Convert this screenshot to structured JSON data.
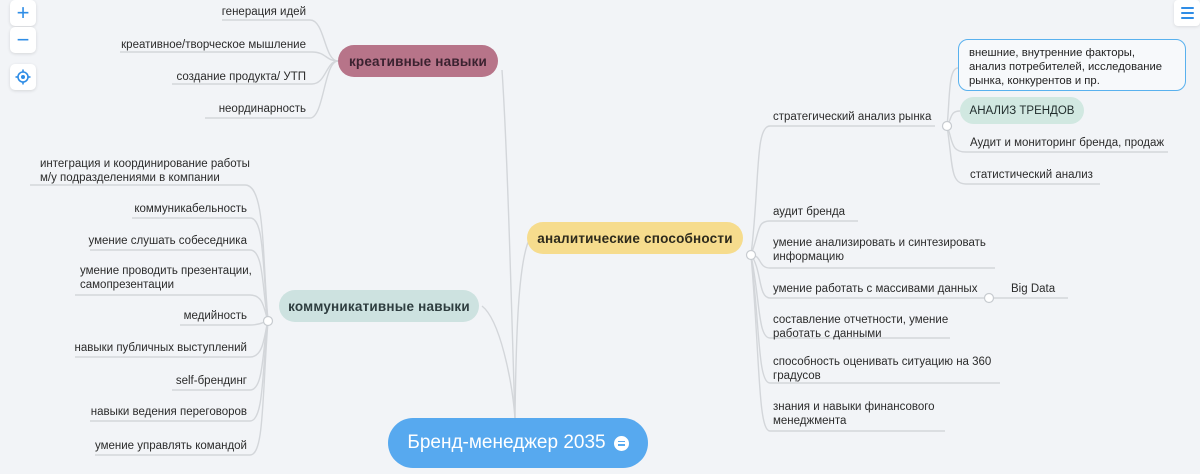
{
  "root": {
    "label": "Бренд-менеджер 2035"
  },
  "branches": {
    "creative": {
      "label": "креативные навыки",
      "items": [
        "генерация идей",
        "креативное/творческое мышление",
        "создание продукта/ УТП",
        "неординарность"
      ]
    },
    "communication": {
      "label": "коммуникативные навыки",
      "items": [
        "интеграция и координирование работы\nм/у подразделениями в компании",
        "коммуникабельность",
        "умение слушать собеседника",
        "умение проводить презентации,\nсамопрезентации",
        "медийность",
        "навыки публичных выступлений",
        "self-брендинг",
        "навыки ведения переговоров",
        "умение управлять командой"
      ]
    },
    "analytical": {
      "label": "аналитические способности",
      "items": [
        "стратегический анализ рынка",
        "аудит бренда",
        "умение анализировать и синтезировать\nинформацию",
        "умение работать с массивами данных",
        "составление отчетности, умение\nработать с данными",
        "способность оценивать ситуацию на 360\nградусов",
        "знания и навыки финансового\nменеджмента"
      ],
      "strategy_children": {
        "callout": "внешние, внутренние факторы, анализ потребителей, исследование рынка, конкурентов и пр.",
        "trend": "АНАЛИЗ ТРЕНДОВ",
        "audit": "Аудит и мониторинг бренда, продаж",
        "stat": "статистический анализ"
      },
      "data_child": "Big Data"
    }
  },
  "controls": {
    "zoom_in": "+",
    "zoom_out": "−"
  },
  "colors": {
    "creative": "#b77489",
    "communication": "#cde2e0",
    "analytical": "#f6dc8d",
    "root": "#57a9ef",
    "trend": "#d1e8e1",
    "callout_border": "#59b1ee"
  }
}
